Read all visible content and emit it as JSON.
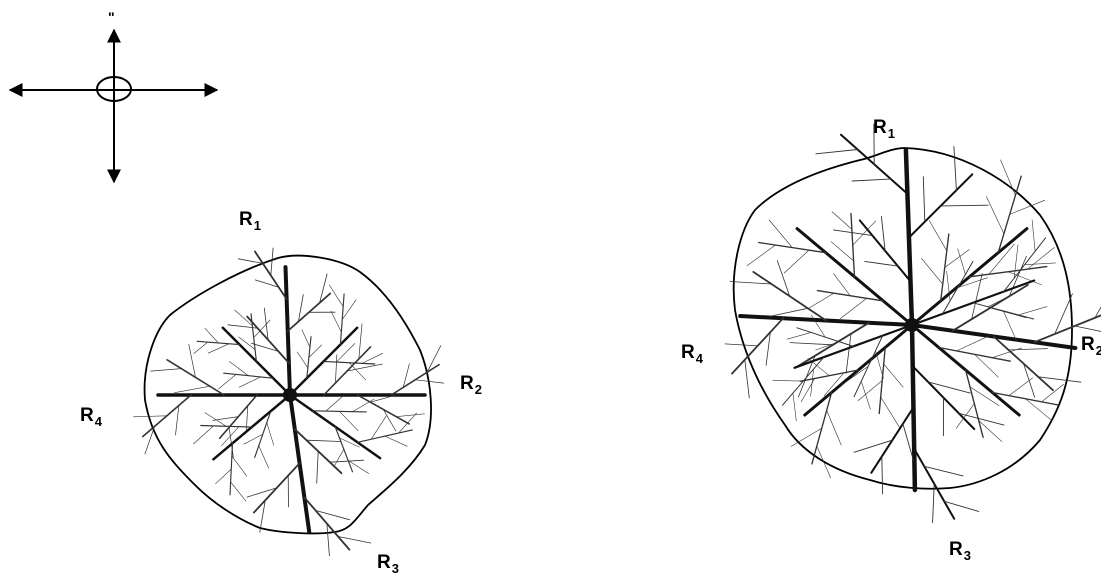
{
  "compass": {
    "north_mark": "\""
  },
  "left_diagram": {
    "labels": [
      {
        "key": "r1",
        "main": "R",
        "sub": "1"
      },
      {
        "key": "r2",
        "main": "R",
        "sub": "2"
      },
      {
        "key": "r3",
        "main": "R",
        "sub": "3"
      },
      {
        "key": "r4",
        "main": "R",
        "sub": "4"
      }
    ]
  },
  "right_diagram": {
    "labels": [
      {
        "key": "r1",
        "main": "R",
        "sub": "1"
      },
      {
        "key": "r2",
        "main": "R",
        "sub": "2"
      },
      {
        "key": "r3",
        "main": "R",
        "sub": "3"
      },
      {
        "key": "r4",
        "main": "R",
        "sub": "4"
      }
    ]
  },
  "colors": {
    "ink": "#000000",
    "branch": "#111111",
    "background": "#ffffff"
  }
}
